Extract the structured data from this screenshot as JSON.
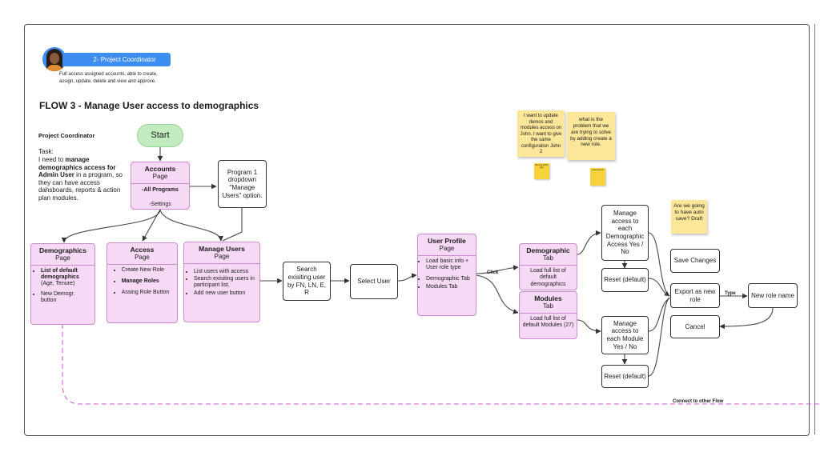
{
  "persona": {
    "role_badge": "2- Project Coordinator",
    "description_1": "Full  access assigned accounts, able to create,",
    "description_2": "assign, update, delete and view and approve."
  },
  "flow_title": "FLOW 3 - Manage  User access to demographics",
  "task": {
    "heading": "Project Coordinator",
    "label": "Task:",
    "pre1": "I need to ",
    "bold1": "manage demographics access for Admin User",
    "mid1": " in a program, so they can have access dahsboards, reports & action plan modules."
  },
  "nodes": {
    "start": "Start",
    "accounts": {
      "title": "Accounts",
      "sub": "Page",
      "item1": "-All Programs",
      "item2": "-Settings"
    },
    "program1": "Program 1 dropdown \"Manage Users\" option.",
    "demographics": {
      "title": "Demographics",
      "sub": "Page",
      "b1": "List of default demographics",
      "b1b": "(Age, Tenure)",
      "b2": "New Demogr. button"
    },
    "access": {
      "title": "Access",
      "sub": "Page",
      "b1": "Create New Role",
      "b2": "Manage Roles",
      "b3": "Assing Role Button"
    },
    "manage_users": {
      "title": "Manage Users",
      "sub": "Page",
      "b1": "List users with access",
      "b2": "Search exisiting users in participant list.",
      "b3": "Add new user button"
    },
    "search": "Search exisiting user by FN, LN, E, R",
    "select_user": "Select User",
    "user_profile": {
      "title": "User Profile",
      "sub": "Page",
      "b1": "Load basic info + User role type",
      "b2": "Demographic Tab",
      "b3": "Modules Tab"
    },
    "demographic_tab": {
      "title": "Demographic",
      "sub": "Tab",
      "body": "Load full list of default demographics"
    },
    "modules_tab": {
      "title": "Modules",
      "sub": "Tab",
      "body": "Load full list of default Modules (27)"
    },
    "manage_demo": "Manage access to each Demographic Access Yes / No",
    "reset1": "Reset (default)",
    "manage_module": "Manage access to each Module Yes / No",
    "reset2": "Reset (default)",
    "save": "Save Changes",
    "export": "Export as new role",
    "cancel": "Cancel",
    "new_role": "New role name"
  },
  "edge_labels": {
    "click": "Click",
    "type": "Type",
    "connect": "Connect to other Flow"
  },
  "stickies": {
    "s1": "I want to update demos and modules access on John. I want to give the same configuration John 2",
    "s2": "what is the problem that we are trying to solve by adding create a new role.",
    "s3": "Are we going to have auto save? Draft",
    "m1": "Need to define tiger",
    "m2": "Lorem Ipsum"
  },
  "colors": {
    "accent": "#3d8cf0",
    "pink_fill": "#f6d9f5",
    "pink_border": "#c98ccc",
    "sticky": "#fbe69a",
    "start_fill": "#c2ebbf",
    "dash": "#cf52d4"
  }
}
